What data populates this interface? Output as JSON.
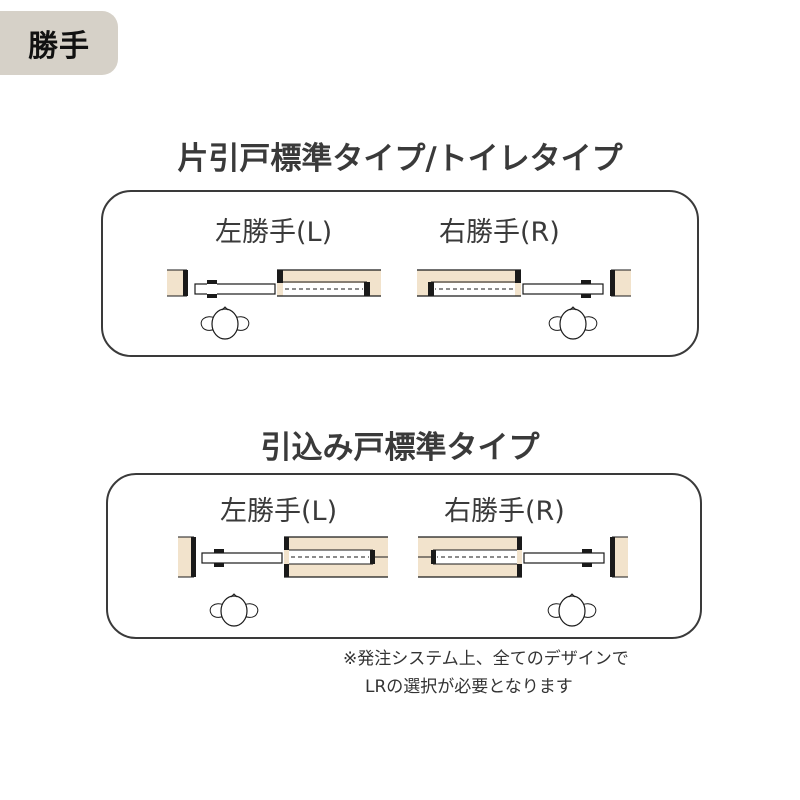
{
  "badge": {
    "label": "勝手"
  },
  "sections": [
    {
      "title": "片引戸標準タイプ/トイレタイプ",
      "left_label": "左勝手(L)",
      "right_label": "右勝手(R)"
    },
    {
      "title": "引込み戸標準タイプ",
      "left_label": "左勝手(L)",
      "right_label": "右勝手(R)"
    }
  ],
  "note": {
    "line1": "※発注システム上、全てのデザインで",
    "line2": "LRの選択が必要となります"
  },
  "colors": {
    "wall_fill": "#f2e3cc",
    "badge_bg": "#d6d1c8",
    "line": "#1a1a1a"
  }
}
